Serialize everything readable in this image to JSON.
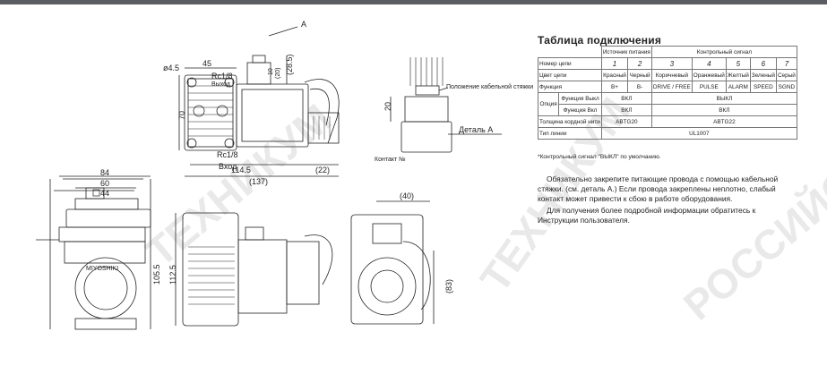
{
  "table": {
    "title": "Таблица подключения",
    "header": {
      "power_source": "Источник питания",
      "control_signal": "Контрольный сигнал"
    },
    "rows": {
      "pin_number": {
        "label": "Номер цепи",
        "values": [
          "1",
          "2",
          "3",
          "4",
          "5",
          "6",
          "7"
        ]
      },
      "wire_color": {
        "label": "Цвет цепи",
        "values": [
          "Красный",
          "Черный",
          "Коричневый",
          "Оранжевый",
          "Желтый",
          "Зеленый",
          "Серый"
        ]
      },
      "function": {
        "label": "Функция",
        "values": [
          "B+",
          "B-",
          "DRIVE / FREE",
          "PULSE",
          "ALARM",
          "SPEED",
          "SGND"
        ]
      },
      "option": {
        "label": "Опция",
        "off": {
          "label": "Функция Выкл",
          "power": "ВКЛ",
          "control": "ВЫКЛ"
        },
        "on": {
          "label": "Функция Вкл",
          "power": "ВКЛ",
          "control": "ВКЛ"
        }
      },
      "cord_thickness": {
        "label": "Толщина кордной нити",
        "power": "ABTG20",
        "control": "ABTG22"
      },
      "line_type": {
        "label": "Тип линии",
        "value": "UL1007"
      }
    }
  },
  "footnote": "*Контрольный сигнал \"ВЫКЛ\" по умолчанию.",
  "notes": [
    "Обязательно закрепите питающие провода с помощью кабельной стяжки. (см. деталь А.) Если провода закреплены неплотно, слабый контакт может привести к сбою в работе оборудования.",
    "Для получения более подробной информации обратитесь к Инструкции пользователя."
  ],
  "drawing": {
    "dims": {
      "d45": "ø4.5",
      "w45": "45",
      "h70": "70",
      "l114": "114.5",
      "l22": "(22)",
      "l137": "(137)",
      "w84": "84",
      "w60": "60",
      "sq44": "44",
      "h105": "105.5",
      "h112": "112.5",
      "w40": "(40)",
      "h83": "(83)",
      "h20": "20",
      "r285": "(28.5)",
      "r20": "(20)",
      "r10": "10"
    },
    "labels": {
      "callout_a": "A",
      "rc_top": "Rc1/8",
      "out_top": "Выход",
      "rc_bottom": "Rc1/8",
      "in_bottom": "Вход",
      "tie_pos": "Положение кабельной стяжки",
      "detail_a": "Деталь А",
      "contact": "Контакт №",
      "brand": "MIYOSHIKI"
    }
  },
  "colors": {
    "line": "#222222",
    "watermark": "#e9e9e9",
    "topbar": "#5b5d63"
  }
}
